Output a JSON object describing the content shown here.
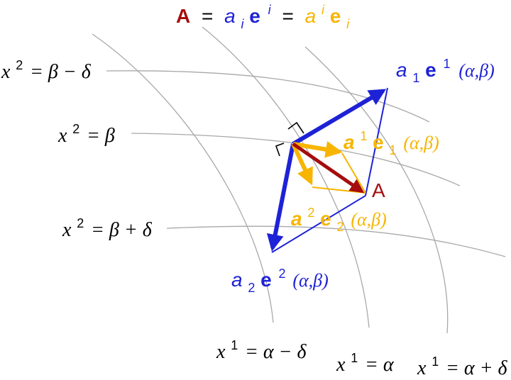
{
  "colors": {
    "vector_A": "#a50d0d",
    "covariant": "#1e22d6",
    "contravariant": "#f7b500",
    "grid": "#a8a8a8",
    "text": "#000000"
  },
  "title": {
    "A": "A",
    "eq1": "=",
    "a_low": "a",
    "i_low": "i",
    "e_up": "e",
    "i_up": "i",
    "eq2": "=",
    "a_up": "a",
    "i_up2": "i",
    "e_low": "e",
    "i_low2": "i"
  },
  "curve_labels": {
    "x2_minus": {
      "x": "x",
      "sup": "2",
      "rhs": "= β − δ"
    },
    "x2_mid": {
      "x": "x",
      "sup": "2",
      "rhs": "= β"
    },
    "x2_plus": {
      "x": "x",
      "sup": "2",
      "rhs": "= β + δ"
    },
    "x1_minus": {
      "x": "x",
      "sup": "1",
      "rhs": "= α − δ"
    },
    "x1_mid": {
      "x": "x",
      "sup": "1",
      "rhs": "= α"
    },
    "x1_plus": {
      "x": "x",
      "sup": "1",
      "rhs": "= α + δ"
    }
  },
  "vector_labels": {
    "a1e1": {
      "a": "a",
      "sub": "1",
      "e": "e",
      "sup": "1",
      "args": "(α,β)"
    },
    "a2e2": {
      "a": "a",
      "sub": "2",
      "e": "e",
      "sup": "2",
      "args": "(α,β)"
    },
    "A1e1": {
      "a": "a",
      "sup": "1",
      "e": "e",
      "sub": "1",
      "args": "(α,β)"
    },
    "A2e2": {
      "a": "a",
      "sup": "2",
      "e": "e",
      "sub": "2",
      "args": "(α,β)"
    },
    "A": "A"
  }
}
